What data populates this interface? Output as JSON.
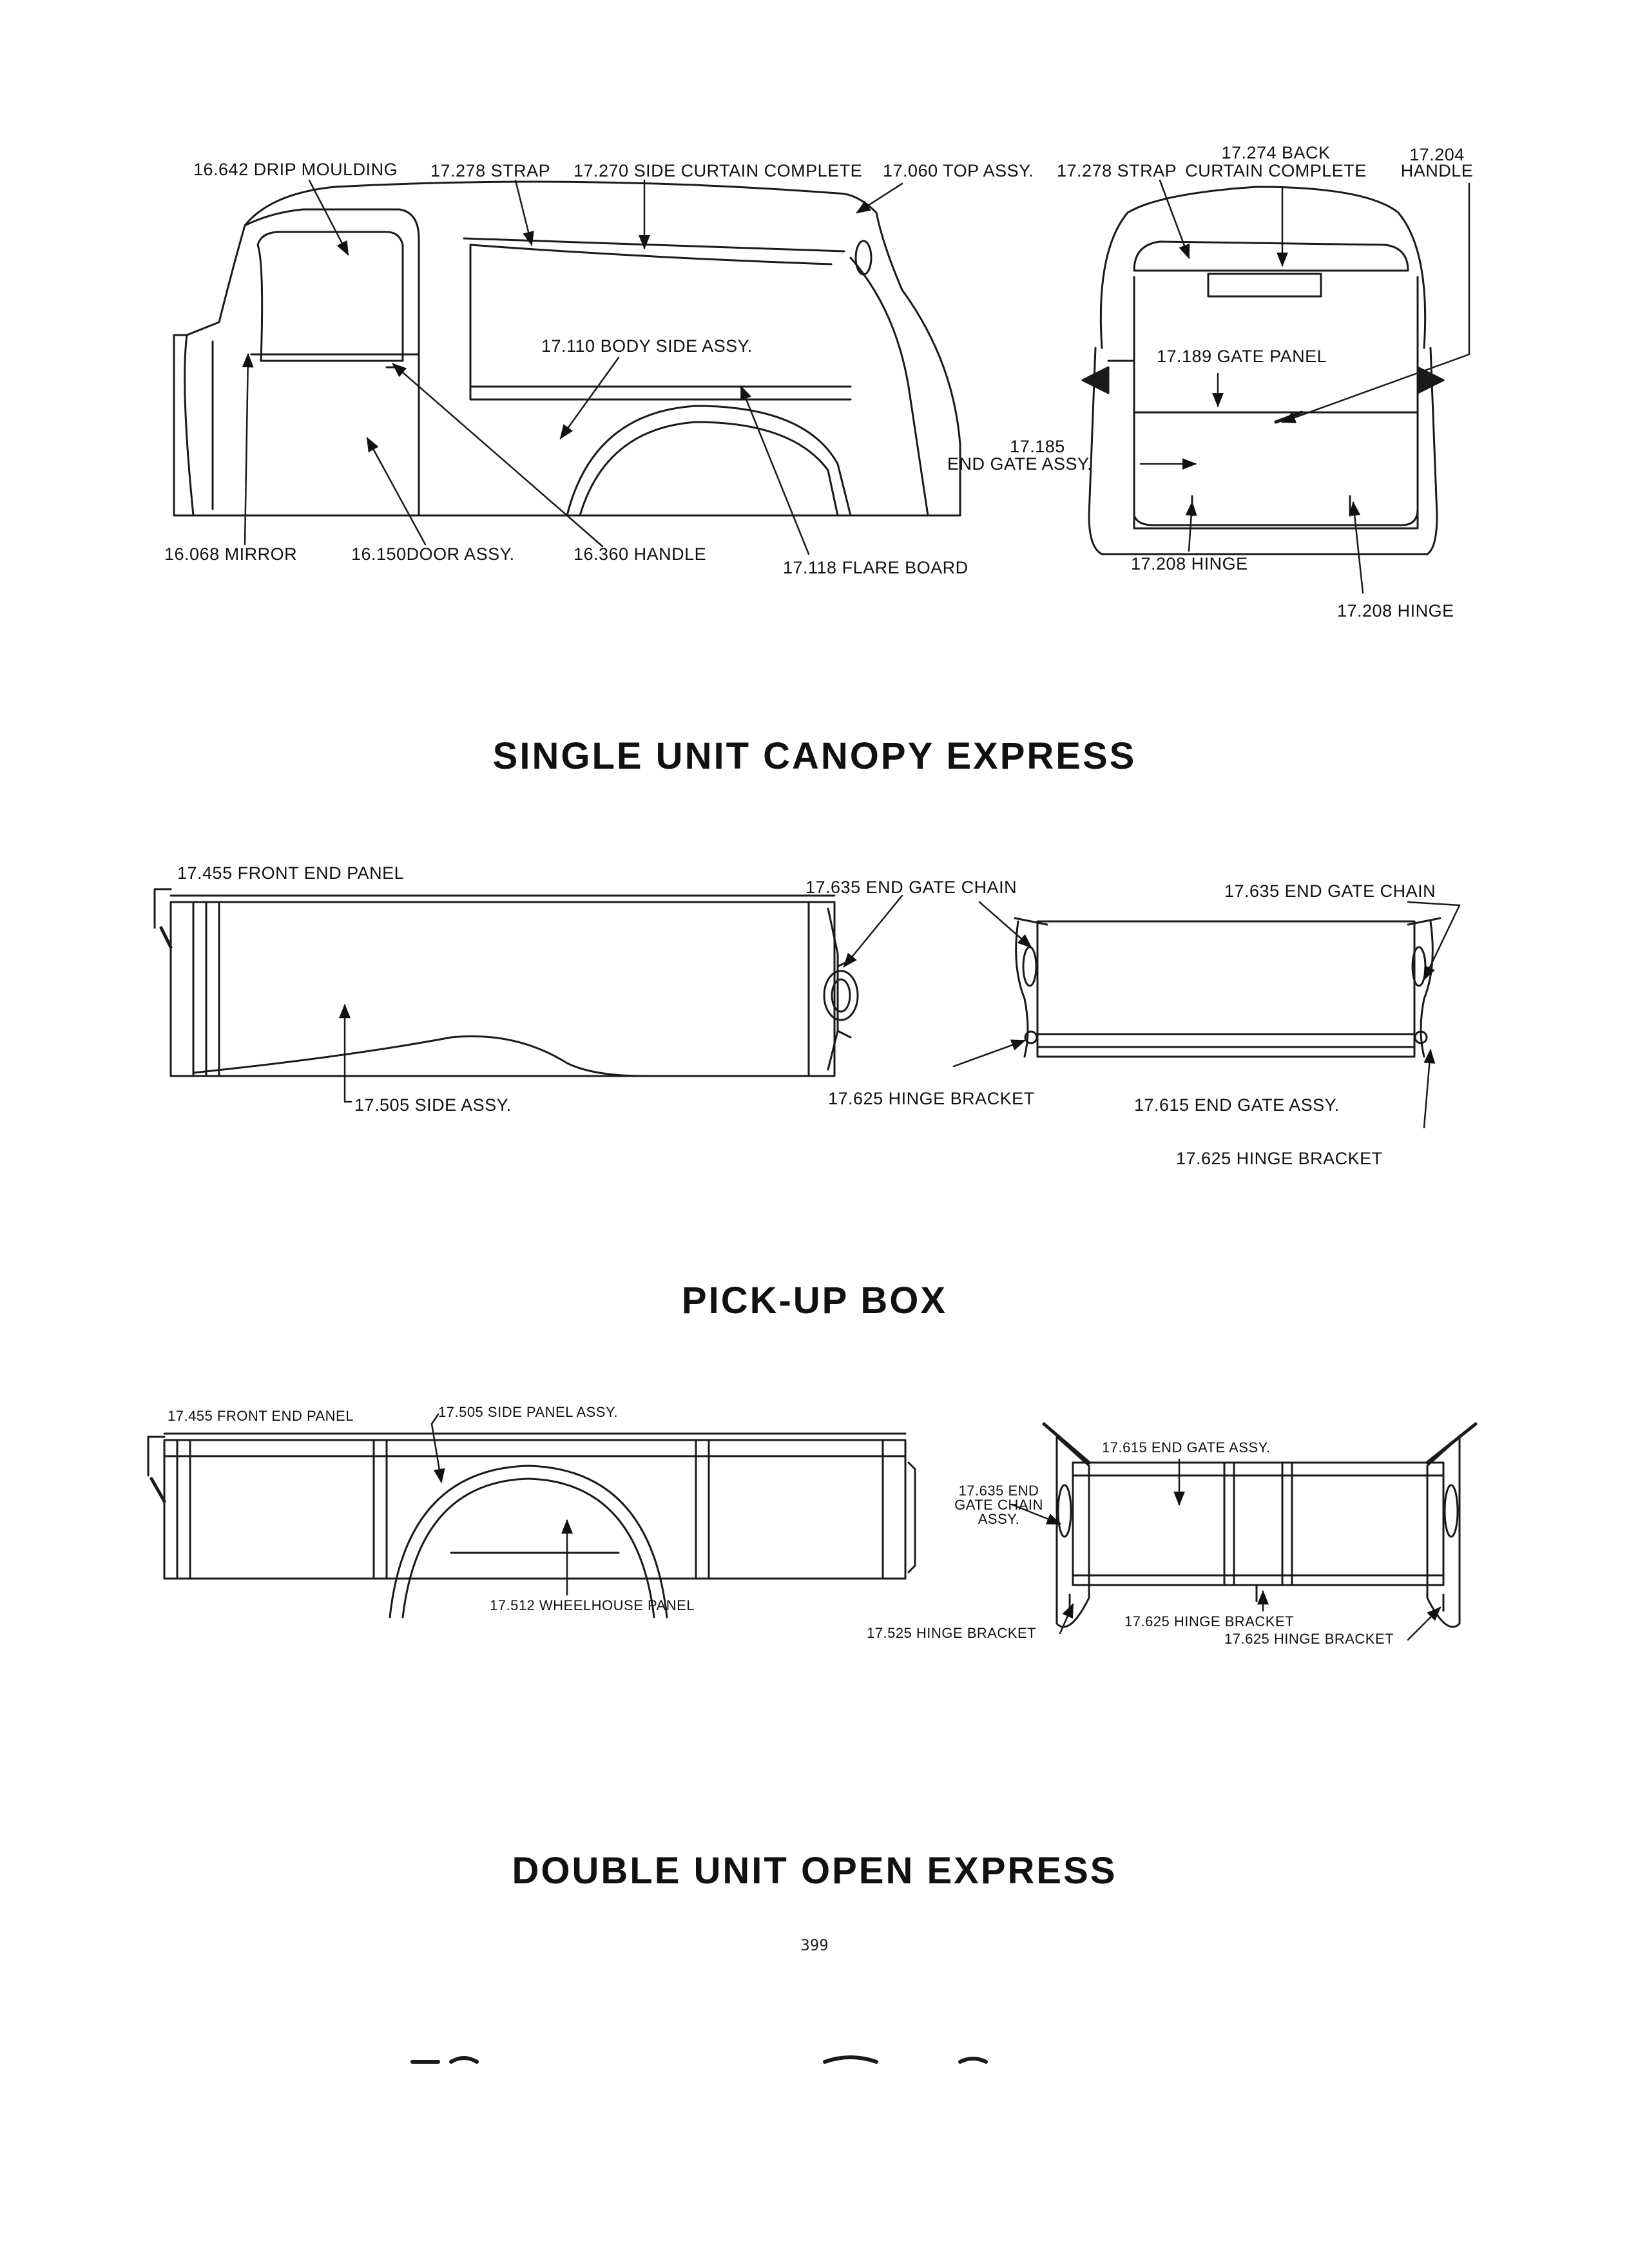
{
  "sections": {
    "canopy": {
      "title": "SINGLE UNIT CANOPY EXPRESS",
      "labels": {
        "drip_moulding": "16.642 DRIP MOULDING",
        "strap_side": "17.278 STRAP",
        "side_curtain": "17.270 SIDE CURTAIN COMPLETE",
        "top_assy": "17.060 TOP ASSY.",
        "strap_rear": "17.278 STRAP",
        "back_curtain_1": "17.274 BACK",
        "back_curtain_2": "CURTAIN COMPLETE",
        "handle_rear_1": "17.204",
        "handle_rear_2": "HANDLE",
        "body_side": "17.110 BODY SIDE ASSY.",
        "gate_panel": "17.189 GATE PANEL",
        "end_gate_1": "17.185",
        "end_gate_2": "END GATE ASSY.",
        "mirror": "16.068 MIRROR",
        "door_assy": "16.150DOOR ASSY.",
        "handle_door": "16.360 HANDLE",
        "flare_board": "17.118 FLARE BOARD",
        "hinge_1": "17.208 HINGE",
        "hinge_2": "17.208 HINGE"
      }
    },
    "pickup": {
      "title": "PICK-UP BOX",
      "labels": {
        "front_end_panel": "17.455 FRONT END PANEL",
        "end_gate_chain_side": "17.635 END GATE CHAIN",
        "end_gate_chain_rear": "17.635 END GATE CHAIN",
        "side_assy": "17.505 SIDE ASSY.",
        "hinge_bracket_side": "17.625 HINGE BRACKET",
        "end_gate_assy": "17.615 END GATE ASSY.",
        "hinge_bracket_rear": "17.625 HINGE BRACKET"
      }
    },
    "open_express": {
      "title": "DOUBLE UNIT OPEN EXPRESS",
      "labels": {
        "front_end_panel": "17.455 FRONT END PANEL",
        "side_panel_assy": "17.505 SIDE PANEL ASSY.",
        "wheelhouse_panel": "17.512 WHEELHOUSE PANEL",
        "end_gate_assy": "17.615 END GATE ASSY.",
        "end_gate_chain_1": "17.635 END",
        "end_gate_chain_2": "GATE CHAIN",
        "end_gate_chain_3": "ASSY.",
        "hinge_bracket_a": "17.525 HINGE BRACKET",
        "hinge_bracket_b": "17.625 HINGE BRACKET",
        "hinge_bracket_c": "17.625 HINGE BRACKET"
      }
    }
  },
  "page_number": "399"
}
